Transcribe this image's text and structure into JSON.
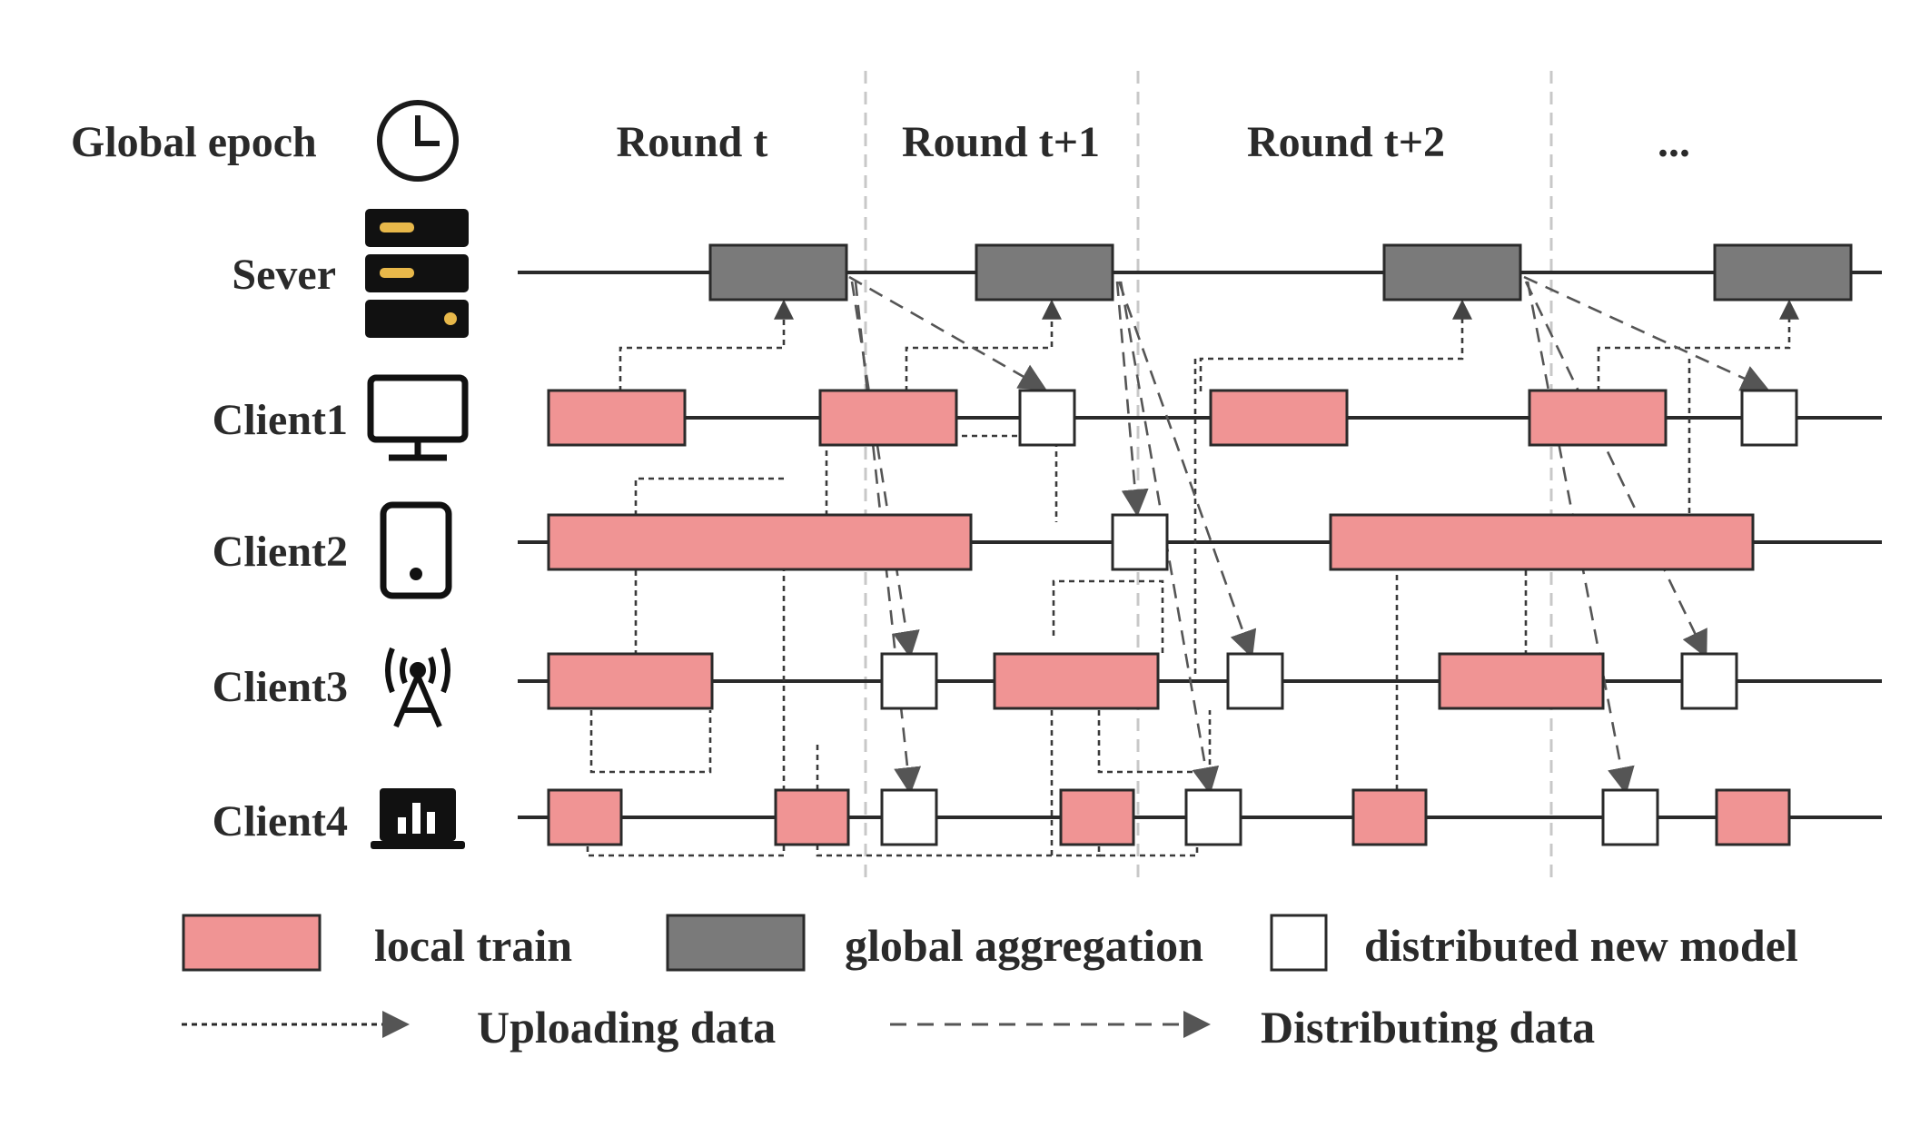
{
  "header": {
    "epoch_label": "Global epoch",
    "rounds": [
      "Round t",
      "Round t+1",
      "Round t+2",
      "..."
    ]
  },
  "rows": [
    {
      "label": "Sever",
      "icon": "server-icon"
    },
    {
      "label": "Client1",
      "icon": "monitor-icon"
    },
    {
      "label": "Client2",
      "icon": "phone-icon"
    },
    {
      "label": "Client3",
      "icon": "antenna-icon"
    },
    {
      "label": "Client4",
      "icon": "laptop-chart-icon"
    }
  ],
  "legend": {
    "local_train": "local train",
    "global_aggregation": "global aggregation",
    "distributed_new_model": "distributed new model",
    "uploading": "Uploading data",
    "distributing": "Distributing data"
  },
  "colors": {
    "local_train": "#f09494",
    "global_aggregation": "#7a7a7a",
    "distributed": "#ffffff",
    "line": "#2a2a2a",
    "arrow": "#555555",
    "round_divider": "#c8c8c8",
    "icon_accent": "#e8b84a"
  }
}
